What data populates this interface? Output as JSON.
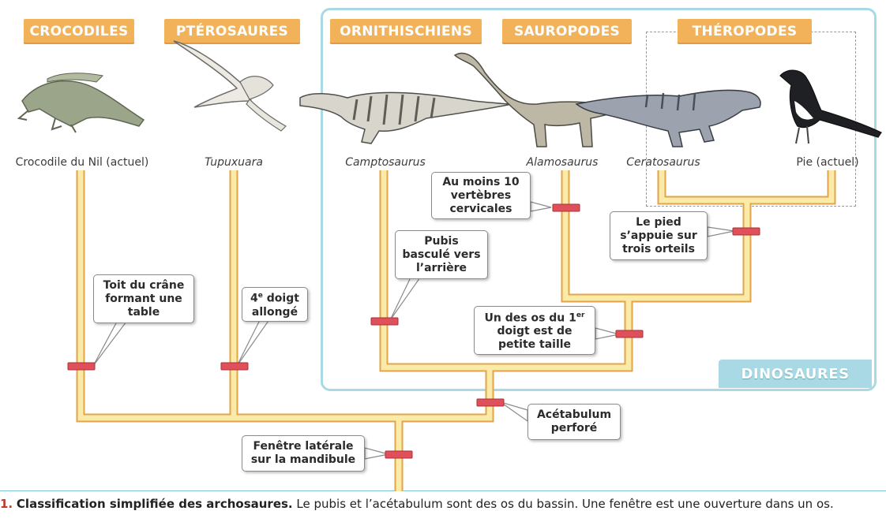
{
  "groups": {
    "crocodiles": "CROCODILES",
    "pterosaures": "PTÉROSAURES",
    "ornithischiens": "ORNITHISCHIENS",
    "sauropodes": "SAUROPODES",
    "theropodes": "THÉROPODES"
  },
  "clade_label": "DINOSAURES",
  "species": {
    "crocodile": "Crocodile du Nil (actuel)",
    "tupuxuara": "Tupuxuara",
    "camptosaurus": "Camptosaurus",
    "alamosaurus": "Alamosaurus",
    "ceratosaurus": "Ceratosaurus",
    "pie": "Pie (actuel)"
  },
  "characters": {
    "toit": "Toit du crâne formant une table",
    "doigt_base": "4",
    "doigt_sup": "e",
    "doigt_rest": " doigt allongé",
    "pubis": "Pubis basculé vers l’arrière",
    "vertebres": "Au moins 10 vertèbres cervicales",
    "pied": "Le pied s’appuie sur trois orteils",
    "os_pre": "Un des os du 1",
    "os_sup": "er",
    "os_post": " doigt est de petite taille",
    "acetabulum": "Acétabulum perforé",
    "fenetre": "Fenêtre latérale sur la mandibule"
  },
  "caption": {
    "number": "1.",
    "title": "Classification simplifiée des archosaures.",
    "text": "Le pubis et l’acétabulum sont des os du bassin. Une fenêtre est une ouverture dans un os."
  },
  "colors": {
    "branch_fill": "#fbeaa8",
    "branch_outline": "#e0a44a",
    "marker": "#e0505a",
    "label_bg": "#f2b25a",
    "dinosaur_box": "#a9d9e4"
  }
}
